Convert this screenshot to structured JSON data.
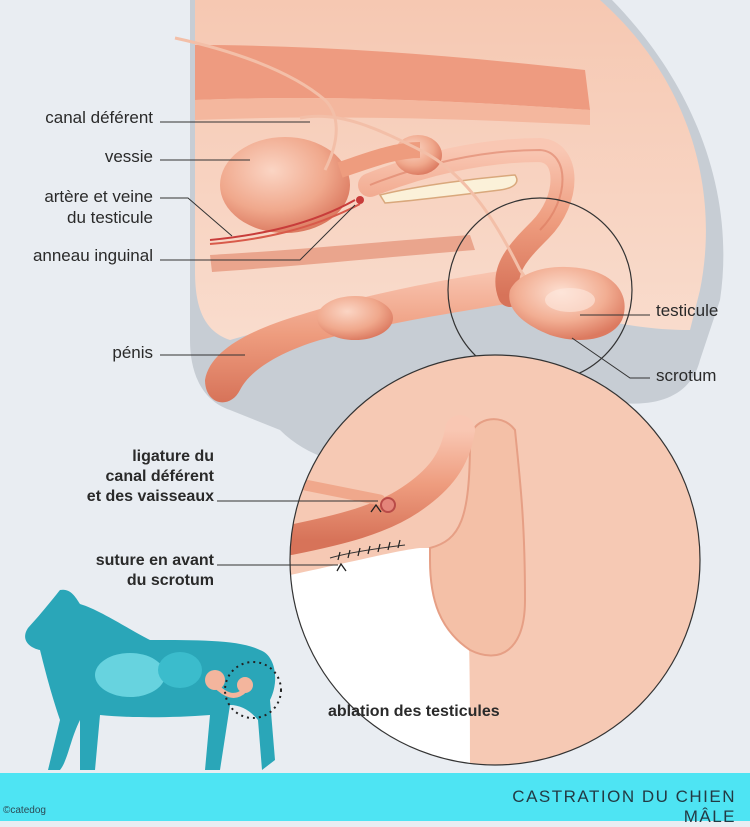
{
  "labels": {
    "canal_deferent": "canal déférent",
    "vessie": "vessie",
    "artere_veine_line1": "artère et veine",
    "artere_veine_line2": "du testicule",
    "anneau_inguinal": "anneau inguinal",
    "penis": "pénis",
    "testicule": "testicule",
    "scrotum": "scrotum",
    "ligature_line1": "ligature du",
    "ligature_line2": "canal déférent",
    "ligature_line3": "et des vaisseaux",
    "suture_line1": "suture en avant",
    "suture_line2": "du scrotum",
    "ablation": "ablation des testicules"
  },
  "footer": {
    "title": "CASTRATION DU CHIEN MÂLE",
    "copyright": "©catedog"
  },
  "colors": {
    "background": "#e9edf2",
    "skin": "#f3c6ae",
    "organ": "#ee9c7e",
    "organ_dark": "#d9745b",
    "band": "#4ee4f3",
    "dog": "#2aa6b8"
  }
}
